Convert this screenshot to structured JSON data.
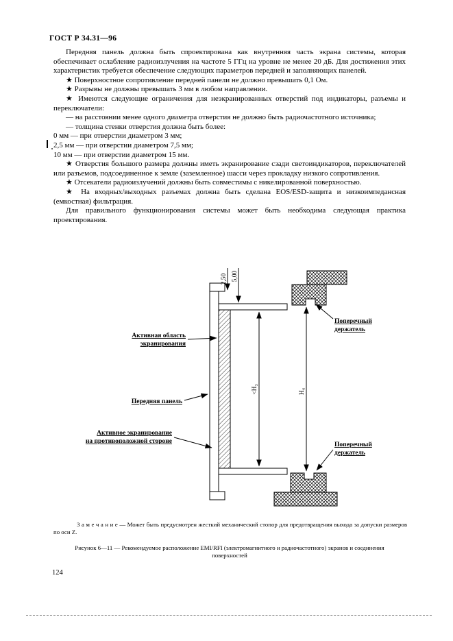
{
  "page": {
    "header": "ГОСТ Р 34.31—96",
    "page_number": "124"
  },
  "content": {
    "paragraphs": [
      "Передняя панель должна быть спроектирована как внутренняя часть экрана системы, которая обеспечивает ослабление радиоизлучения на частоте 5 ГГц на уровне не менее 20 дБ. Для достижения этих характеристик требуется обеспечение следующих параметров передней и заполняющих панелей.",
      "★ Поверхностное сопротивление передней панели не должно превышать 0,1 Ом.",
      "★ Разрывы не должны превышать 3 мм в любом направлении.",
      "★ Имеются следующие ограничения для неэкранированных отверстий под индикаторы, разъемы и переключатели:",
      "— на расстоянии менее одного диаметра отверстия не должно быть радиочастотного источника;",
      "— толщина стенки отверстия должна быть более:",
      "0 мм — при отверстии диаметром 3 мм;",
      "2,5 мм — при отверстии диаметром 7,5 мм;",
      "10 мм — при отверстии диаметром 15 мм.",
      "★ Отверстия большого размера должны иметь экранирование сзади светоиндикаторов, переключателей или разъемов, подсоединенное к земле (заземленное) шасси через прокладку низкого сопротивления.",
      "★ Отсекатели радиоизлучений должны быть совместимы с никелированной поверхностью.",
      "★ На входных/выходных разъемах должна быть сделана EOS/ESD-защита и низкоимпедансная (емкостная) фильтрация.",
      "Для правильного функционирования системы может быть необходима следующая практика проектирования."
    ]
  },
  "figure": {
    "dimensions": {
      "offset_small": "2,50",
      "offset_large": "5,00",
      "height_inner": "<H₃",
      "height_outer": "H₄"
    },
    "labels": {
      "active_area_line1": "Активная область",
      "active_area_line2": "экранирования",
      "front_panel": "Передняя панель",
      "opposite_line1": "Активное экранирование",
      "opposite_line2": "на противоположной стороне",
      "holder_top_line1": "Поперечный",
      "holder_top_line2": "держатель",
      "holder_bottom_line1": "Поперечный",
      "holder_bottom_line2": "держатель"
    },
    "note": "З а м е ч а н и е — Может быть предусмотрен жесткий механический стопор для предотвращения выхода за допуски размеров по оси Z.",
    "caption": "Рисунок 6—11 — Рекомендуемое расположение EMI/RFI (электромагнитного и радиочастотного) экранов и соединения поверхностей"
  }
}
